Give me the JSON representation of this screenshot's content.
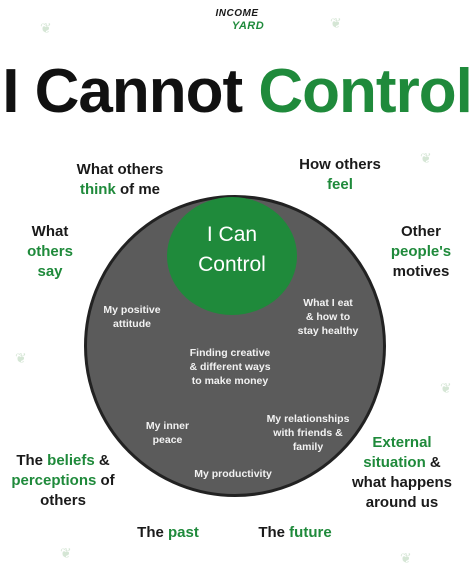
{
  "brand": {
    "line1": "INCOME",
    "line2": "YARD"
  },
  "title": {
    "part1": "I Cannot",
    "part2": "Control"
  },
  "center": {
    "line1": "I Can",
    "line2": "Control"
  },
  "inner_items": [
    {
      "id": "positive-attitude",
      "lines": [
        "My positive",
        "attitude"
      ]
    },
    {
      "id": "what-i-eat",
      "lines": [
        "What I eat",
        "& how to",
        "stay healthy"
      ]
    },
    {
      "id": "finding-creative",
      "lines": [
        "Finding creative",
        "& different ways",
        "to make money"
      ]
    },
    {
      "id": "inner-peace",
      "lines": [
        "My inner",
        "peace"
      ]
    },
    {
      "id": "relationships",
      "lines": [
        "My relationships",
        "with friends &",
        "family"
      ]
    },
    {
      "id": "productivity",
      "lines": [
        "My productivity"
      ]
    }
  ],
  "outer_items": {
    "others_think": {
      "l1": "What others",
      "l2a": "think",
      "l2b": " of me"
    },
    "others_feel": {
      "l1": "How others",
      "l2": "feel"
    },
    "others_say": {
      "l1": "What",
      "l2": "others",
      "l3": "say"
    },
    "others_motives": {
      "l1": "Other",
      "l2": "people's",
      "l3": "motives"
    },
    "beliefs": {
      "l1a": "The ",
      "l1b": "beliefs",
      "l1c": " &",
      "l2a": "perceptions",
      "l2b": " of",
      "l3": "others"
    },
    "external": {
      "l1": "External",
      "l2a": "situation",
      "l2b": " &",
      "l3": "what happens",
      "l4": "around us"
    },
    "past": {
      "a": "The ",
      "b": "past"
    },
    "future": {
      "a": "The ",
      "b": "future"
    }
  },
  "colors": {
    "green": "#1f8a3b",
    "circle": "#5b5b5b",
    "text": "#1a1a1a"
  }
}
